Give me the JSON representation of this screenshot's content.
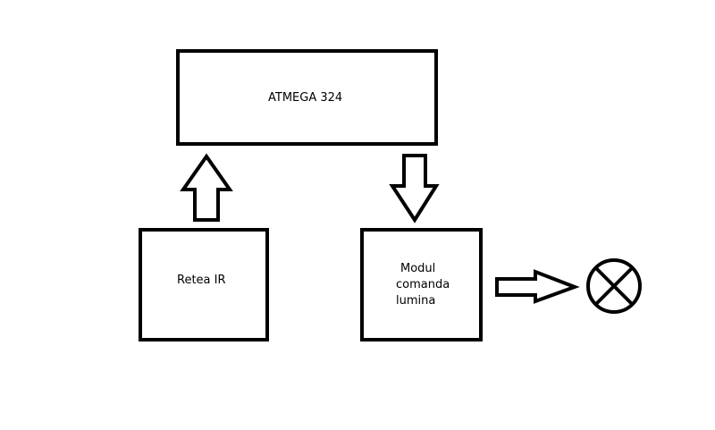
{
  "diagram": {
    "blocks": {
      "mcu": {
        "label": "ATMEGA 324"
      },
      "ir": {
        "label": "Retea IR"
      },
      "module": {
        "lines": [
          "Modul",
          "comanda",
          "lumina"
        ]
      }
    },
    "lamp_icon": "lamp-symbol-icon",
    "arrows": [
      "arrow-up",
      "arrow-down",
      "arrow-right"
    ]
  },
  "colors": {
    "stroke": "#000000",
    "background": "#ffffff"
  }
}
